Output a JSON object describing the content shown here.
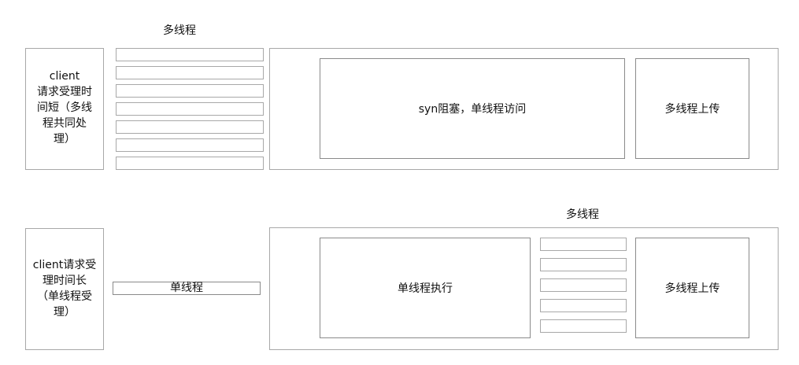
{
  "diagram": {
    "top_scenario": {
      "client_box": {
        "lines": [
          "client",
          "请求受理时",
          "间短（多线",
          "程共同处",
          "理）"
        ]
      },
      "threads_label": "多线程",
      "thread_bar_count": 7,
      "process_box": {
        "blocking_label": "syn阻塞，单线程访问",
        "upload_label": "多线程上传"
      }
    },
    "bottom_scenario": {
      "client_box": {
        "lines": [
          "client请求受",
          "理时间长",
          "（单线程受",
          "理）"
        ]
      },
      "single_thread_label": "单线程",
      "process_box": {
        "execute_label": "单线程执行",
        "threads_label": "多线程",
        "thread_bar_count": 5,
        "upload_label": "多线程上传"
      }
    }
  }
}
